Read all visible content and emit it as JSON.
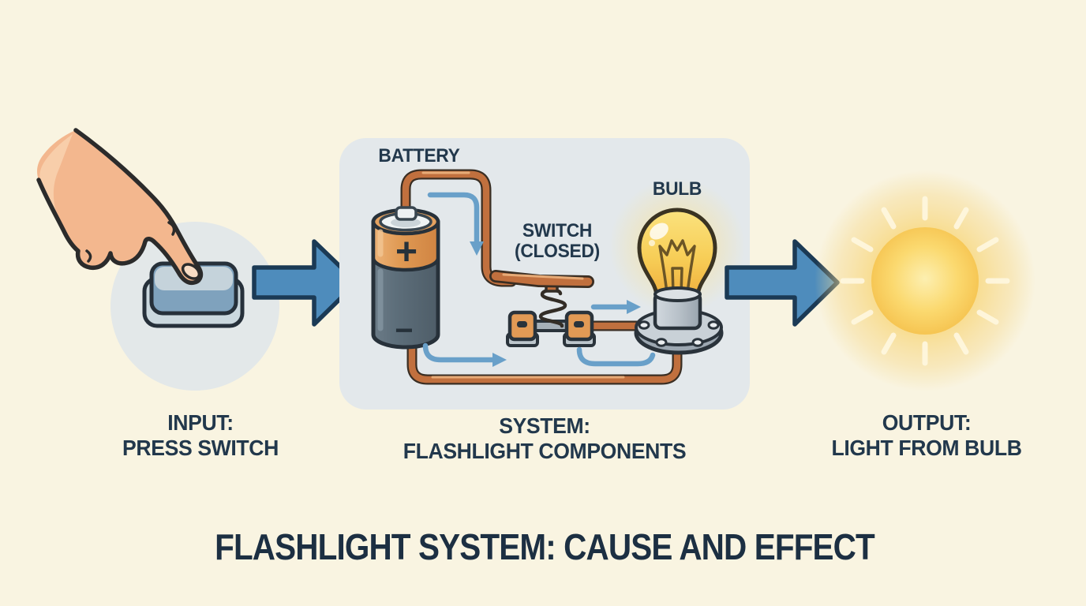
{
  "title": "FLASHLIGHT SYSTEM: CAUSE AND EFFECT",
  "stages": {
    "input": {
      "line1": "INPUT:",
      "line2": "PRESS SWITCH"
    },
    "system": {
      "line1": "SYSTEM:",
      "line2": "FLASHLIGHT COMPONENTS"
    },
    "output": {
      "line1": "OUTPUT:",
      "line2": "LIGHT FROM BULB"
    }
  },
  "component_labels": {
    "battery": "BATTERY",
    "switch_line1": "SWITCH",
    "switch_line2": "(CLOSED)",
    "bulb": "BULB",
    "battery_plus": "+",
    "battery_minus": "−"
  },
  "icons": {
    "hand": "hand-pressing-icon",
    "button": "push-button-icon",
    "battery": "battery-icon",
    "switch": "closed-switch-icon",
    "bulb": "lit-bulb-icon",
    "sun": "light-glow-icon",
    "block_arrows": "right-arrow-icon",
    "current_arrows": "current-flow-arrow-icon"
  },
  "colors": {
    "background": "#F9F4E1",
    "panel": "#E3E8EB",
    "text_navy": "#22384C",
    "title_navy": "#1C2F42",
    "block_arrow_blue": "#4E8CBC",
    "block_arrow_outline": "#1B3A55",
    "flow_arrow_blue": "#69A0C9",
    "copper_wire": "#C1703E",
    "copper_highlight": "#E7AB77",
    "battery_orange": "#E09A54",
    "battery_gray": "#5C6C79",
    "bulb_yellow": "#F8D45C",
    "sun_yellow": "#F9CE62",
    "skin": "#F3B78E",
    "button_steel_blue": "#7FA2BD"
  }
}
